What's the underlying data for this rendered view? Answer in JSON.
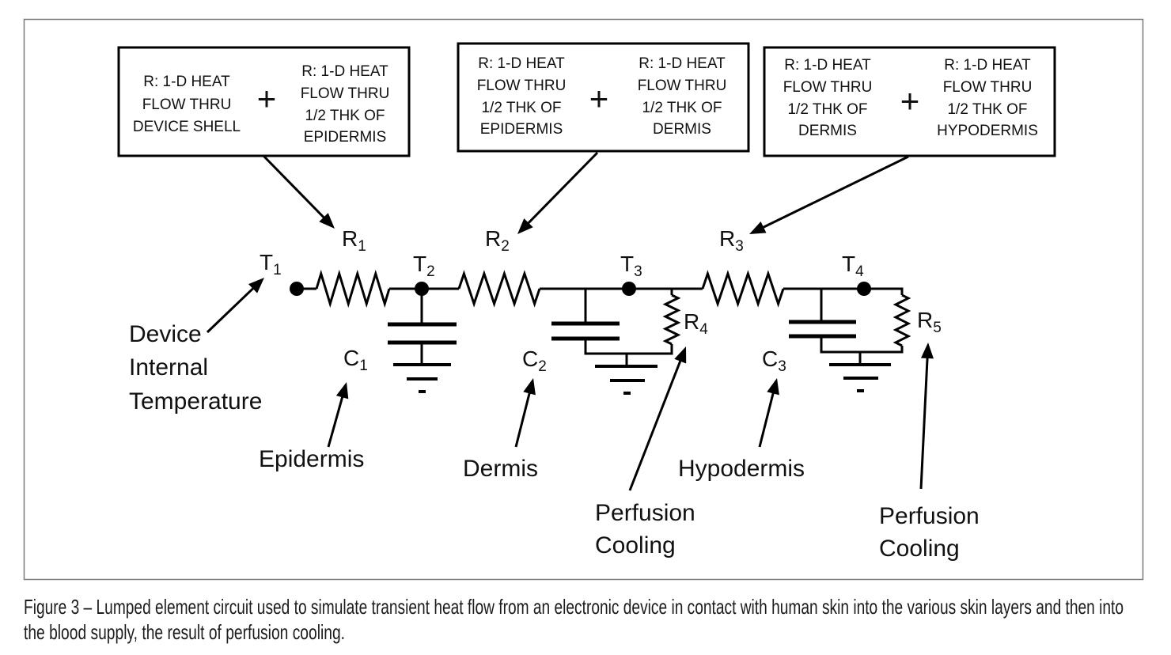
{
  "boxes": [
    {
      "left_lines": [
        "R: 1-D HEAT",
        "FLOW THRU",
        "DEVICE SHELL"
      ],
      "operator": "+",
      "right_lines": [
        "R: 1-D HEAT",
        "FLOW THRU",
        "1/2 THK OF",
        "EPIDERMIS"
      ]
    },
    {
      "left_lines": [
        "R: 1-D HEAT",
        "FLOW THRU",
        "1/2 THK OF",
        "EPIDERMIS"
      ],
      "operator": "+",
      "right_lines": [
        "R: 1-D HEAT",
        "FLOW THRU",
        "1/2 THK OF",
        "DERMIS"
      ]
    },
    {
      "left_lines": [
        "R: 1-D HEAT",
        "FLOW THRU",
        "1/2 THK OF",
        "DERMIS"
      ],
      "operator": "+",
      "right_lines": [
        "R: 1-D HEAT",
        "FLOW THRU",
        "1/2 THK OF",
        "HYPODERMIS"
      ]
    }
  ],
  "labels": {
    "T1": {
      "symbol": "T",
      "sub": "1"
    },
    "T2": {
      "symbol": "T",
      "sub": "2"
    },
    "T3": {
      "symbol": "T",
      "sub": "3"
    },
    "T4": {
      "symbol": "T",
      "sub": "4"
    },
    "R1": {
      "symbol": "R",
      "sub": "1"
    },
    "R2": {
      "symbol": "R",
      "sub": "2"
    },
    "R3": {
      "symbol": "R",
      "sub": "3"
    },
    "R4": {
      "symbol": "R",
      "sub": "4"
    },
    "R5": {
      "symbol": "R",
      "sub": "5"
    },
    "C1": {
      "symbol": "C",
      "sub": "1"
    },
    "C2": {
      "symbol": "C",
      "sub": "2"
    },
    "C3": {
      "symbol": "C",
      "sub": "3"
    }
  },
  "annotations": {
    "device_internal_temperature": [
      "Device",
      "Internal",
      "Temperature"
    ],
    "epidermis": "Epidermis",
    "dermis": "Dermis",
    "hypodermis": "Hypodermis",
    "perfusion_cooling_r4": [
      "Perfusion",
      "Cooling"
    ],
    "perfusion_cooling_r5": [
      "Perfusion",
      "Cooling"
    ]
  },
  "caption": {
    "lines": [
      "Figure 3 – Lumped element circuit used to simulate transient heat flow from an electronic device in contact with human skin into the various skin layers and then into",
      "the blood supply, the result of perfusion cooling."
    ]
  }
}
